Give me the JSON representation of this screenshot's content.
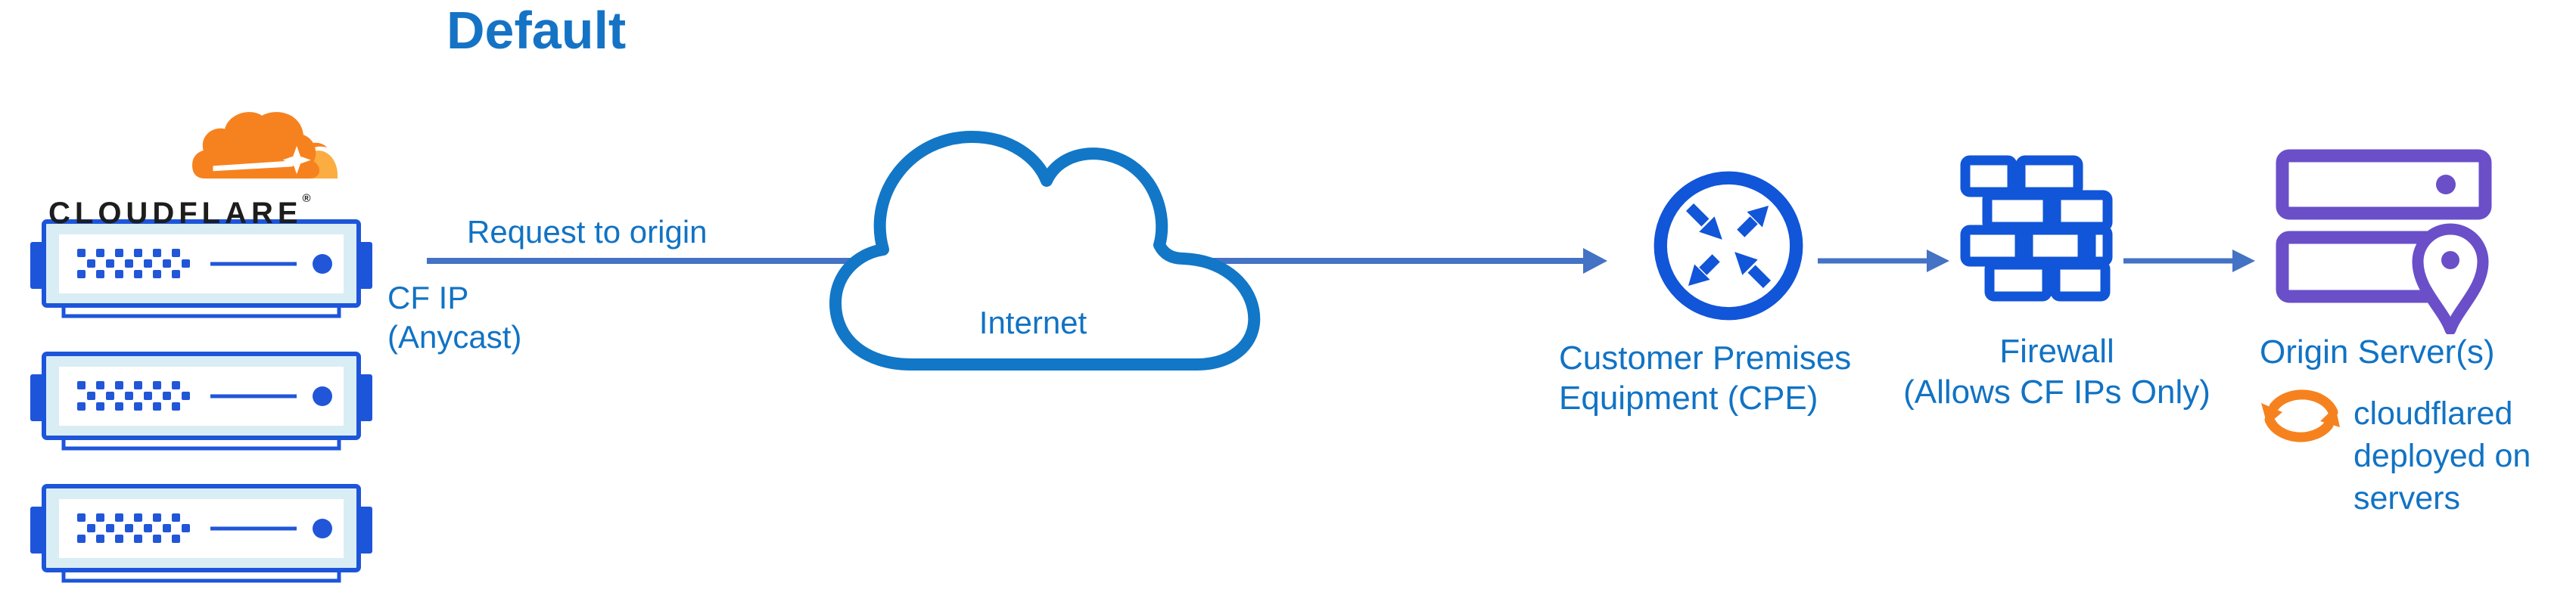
{
  "title": "Default",
  "logo": {
    "wordmark": "CLOUDFLARE",
    "registered": "®"
  },
  "edge": {
    "request_label": "Request to origin",
    "ip_line1": "CF IP",
    "ip_line2": "(Anycast)"
  },
  "internet": {
    "label": "Internet"
  },
  "cpe": {
    "label_line1": "Customer Premises",
    "label_line2": "Equipment (CPE)"
  },
  "firewall": {
    "label_line1": "Firewall",
    "label_line2": "(Allows CF IPs Only)"
  },
  "origin": {
    "label": "Origin Server(s)",
    "note": "cloudflared deployed on servers"
  },
  "colors": {
    "label_blue": "#1173c4",
    "title_blue": "#1573c5",
    "arrow_blue": "#4472c4",
    "icon_blue": "#1155d8",
    "server_blue": "#1d55da",
    "server_bezel": "#d9edf4",
    "cloud_stroke_blue": "#1277c7",
    "origin_purple": "#6a4fc9",
    "cf_orange": "#f6821f",
    "cf_orange_light": "#fbad41",
    "wordmark_black": "#1d1d1d"
  }
}
